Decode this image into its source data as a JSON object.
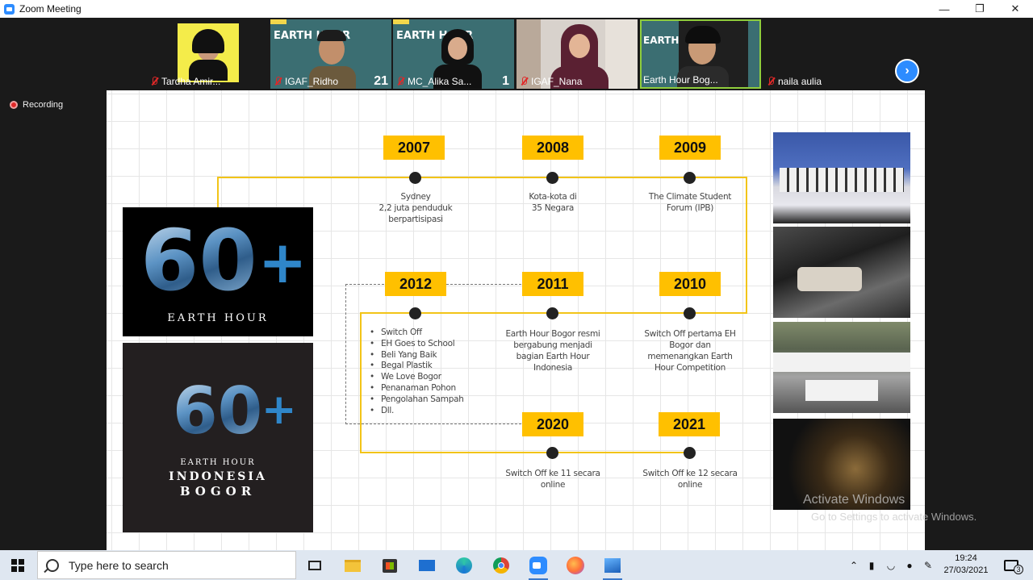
{
  "window": {
    "title": "Zoom Meeting"
  },
  "participants": [
    {
      "name": "Tardha Amir..."
    },
    {
      "name": "IGAF_Ridho",
      "overlay": "21"
    },
    {
      "name": "MC_Alika Sa...",
      "overlay": "1"
    },
    {
      "name": "IGAF_Nana"
    },
    {
      "name": "Earth Hour Bog..."
    },
    {
      "name": "naila aulia"
    }
  ],
  "thumb_banner": "EARTH HOUR",
  "recording": {
    "label": "Recording"
  },
  "slide": {
    "logo_top": {
      "number": "60",
      "plus": "+",
      "caption": "EARTH HOUR"
    },
    "logo_bottom": {
      "number": "60",
      "plus": "+",
      "line1": "EARTH HOUR",
      "line2": "INDONESIA",
      "line3": "BOGOR"
    },
    "timeline": [
      {
        "year": "2007",
        "desc_lines": [
          "Sydney",
          "2,2 juta penduduk",
          "berpartisipasi"
        ]
      },
      {
        "year": "2008",
        "desc_lines": [
          "Kota-kota di",
          "35 Negara"
        ]
      },
      {
        "year": "2009",
        "desc_lines": [
          "The Climate Student",
          "Forum (IPB)"
        ]
      },
      {
        "year": "2012",
        "bullets": [
          "Switch Off",
          "EH Goes to School",
          "Beli Yang Baik",
          "Begal Plastik",
          "We Love Bogor",
          "Penanaman Pohon",
          "Pengolahan Sampah",
          "Dll."
        ]
      },
      {
        "year": "2011",
        "desc_lines": [
          "Earth Hour Bogor resmi",
          "bergabung menjadi",
          "bagian Earth Hour",
          "Indonesia"
        ]
      },
      {
        "year": "2010",
        "desc_lines": [
          "Switch Off pertama EH",
          "Bogor dan",
          "memenangkan Earth",
          "Hour Competition"
        ]
      },
      {
        "year": "2020",
        "desc_lines": [
          "Switch Off ke 11 secara",
          "online"
        ]
      },
      {
        "year": "2021",
        "desc_lines": [
          "Switch Off ke 12 secara",
          "online"
        ]
      }
    ]
  },
  "watermark": {
    "line1": "Activate Windows",
    "line2": "Go to Settings to activate Windows."
  },
  "taskbar": {
    "search_placeholder": "Type here to search",
    "clock_time": "19:24",
    "clock_date": "27/03/2021",
    "notification_count": "3"
  },
  "colors": {
    "accent_yellow": "#ffc000",
    "zoom_blue": "#2d8cff",
    "muted_red": "#e02828"
  }
}
